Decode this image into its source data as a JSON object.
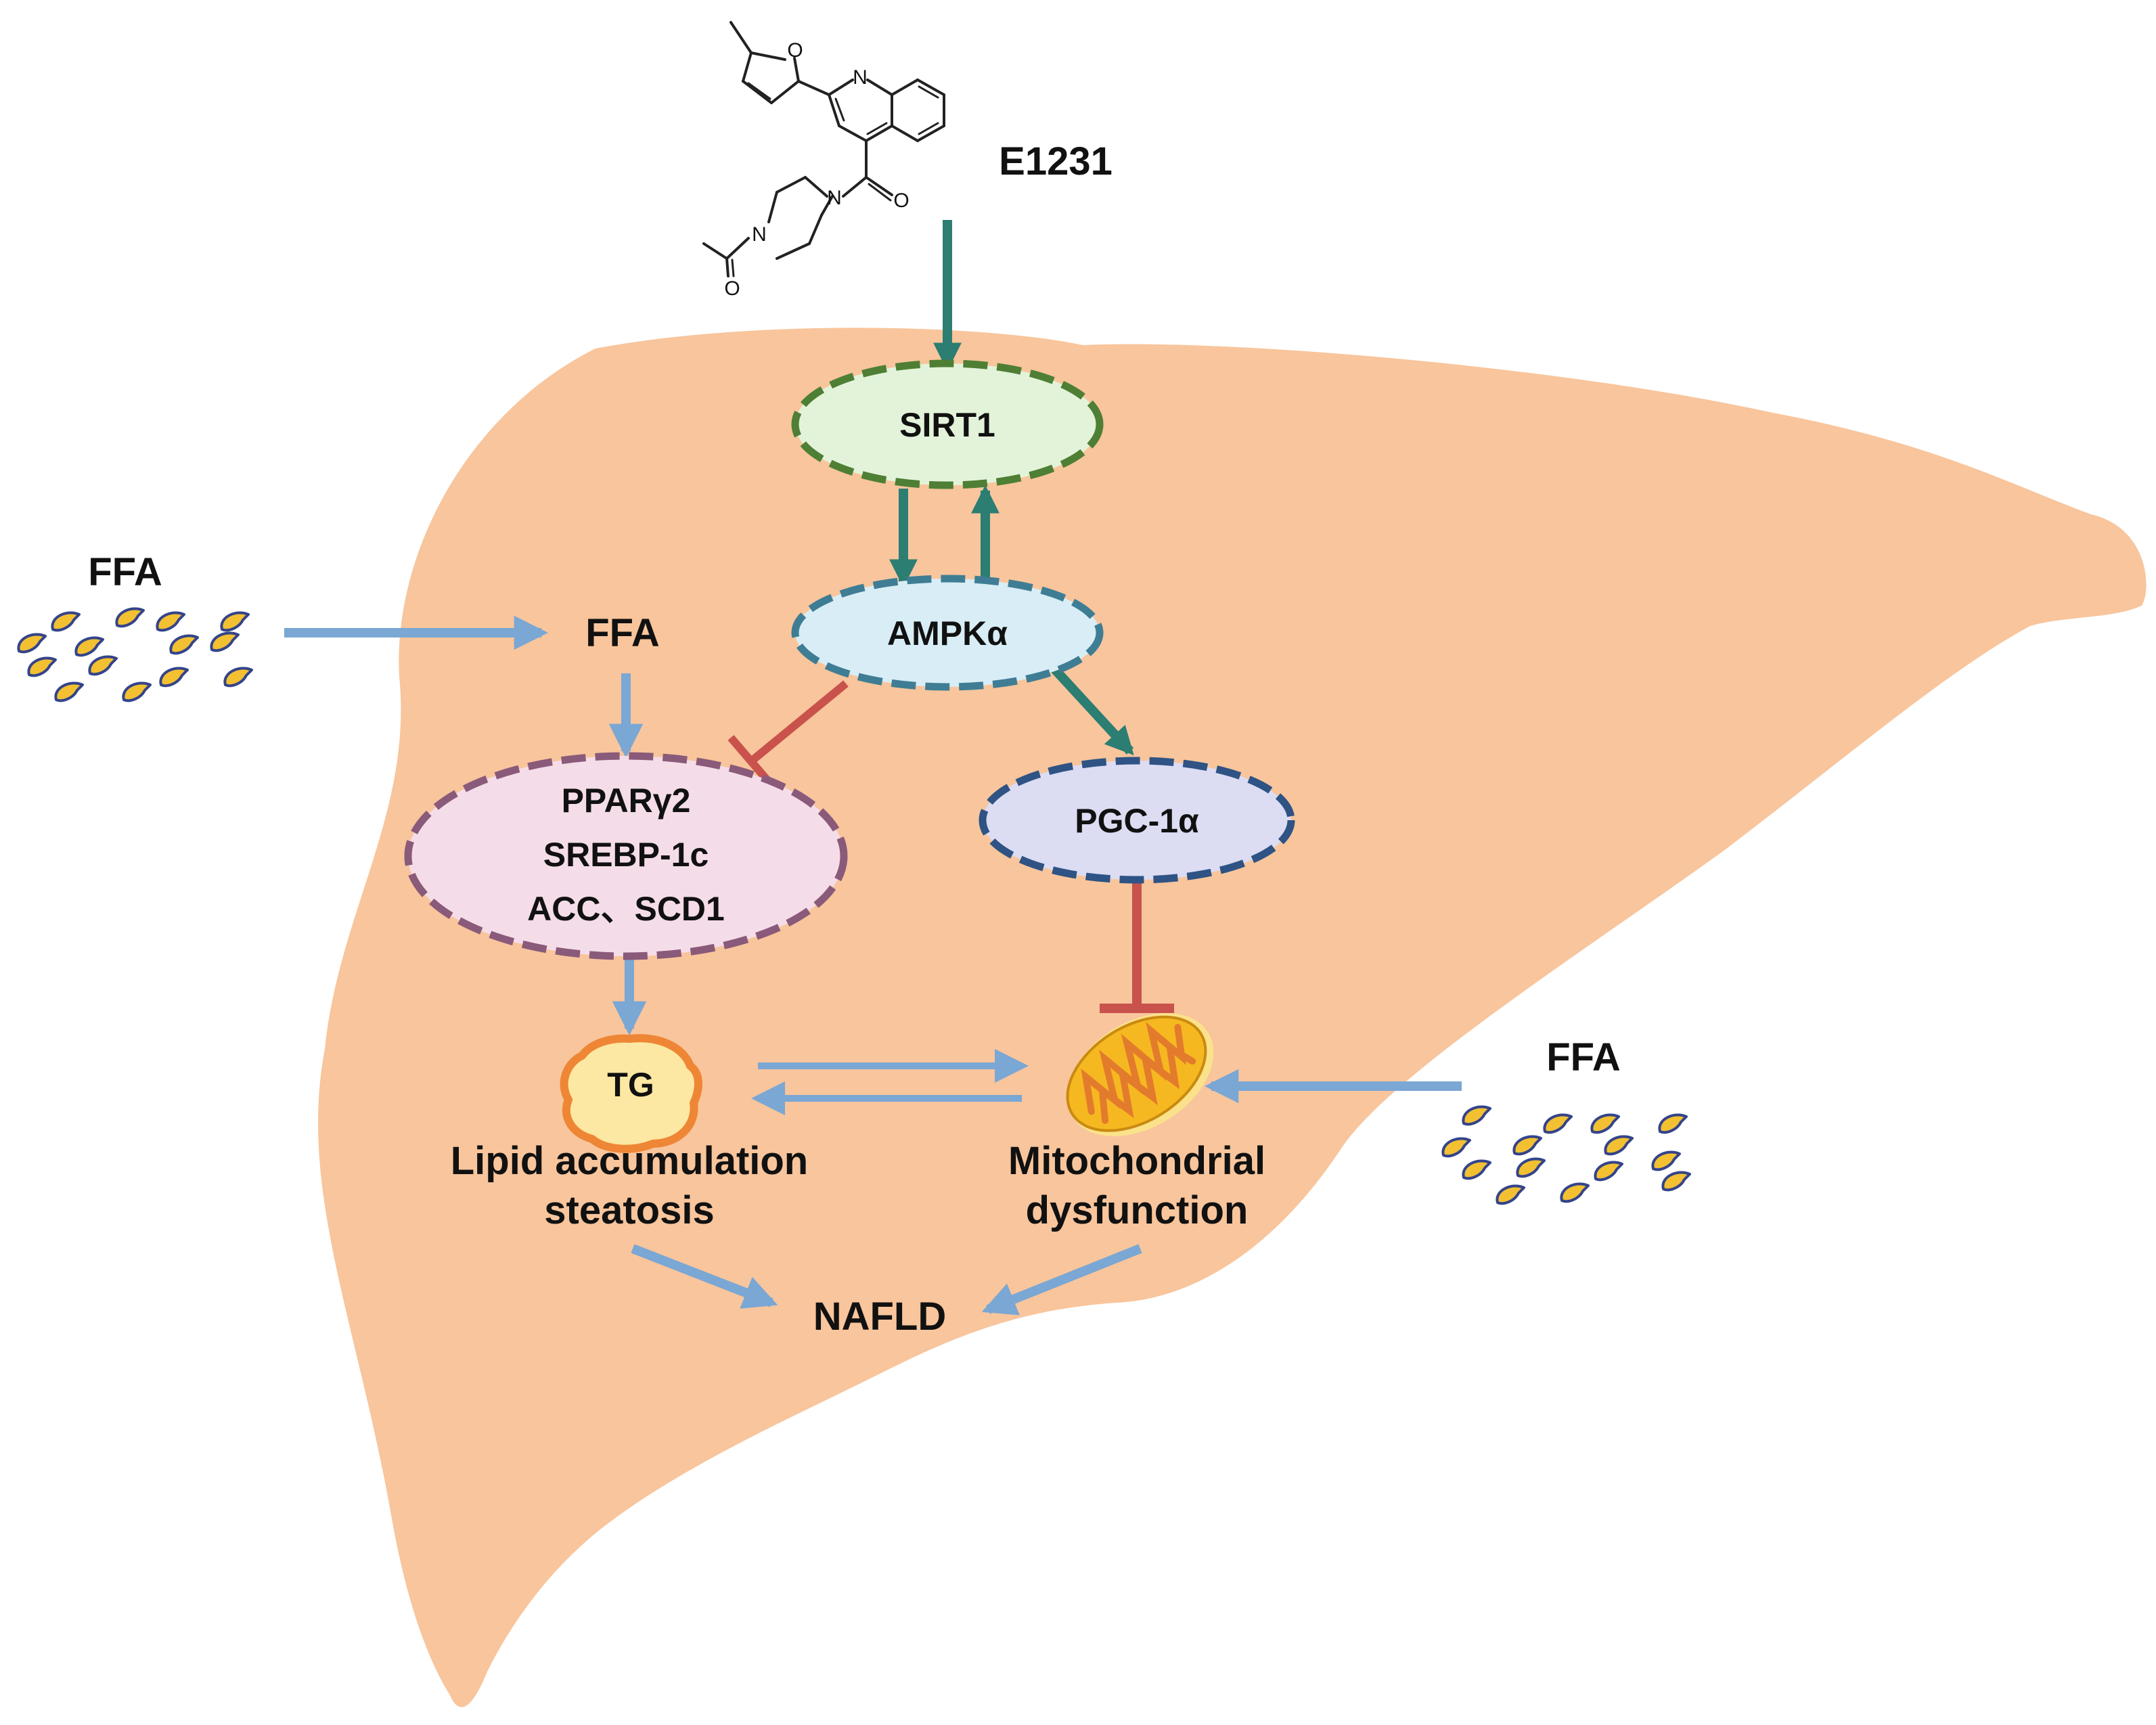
{
  "compound": {
    "name": "E1231",
    "atoms": {
      "furan_o": "O",
      "quinoline_n": "N",
      "amide_n": "N",
      "acetyl_n": "N",
      "carbonyl_o": "O",
      "acetyl_o": "O"
    }
  },
  "nodes": {
    "sirt1": "SIRT1",
    "ampk": "AMPKα",
    "lipogenic": [
      "PPARγ2",
      "SREBP-1c",
      "ACC、SCD1"
    ],
    "pgc1a": "PGC-1α",
    "tg": "TG"
  },
  "labels": {
    "ffa_outside_left": "FFA",
    "ffa_inside": "FFA",
    "ffa_outside_right": "FFA",
    "lipid": [
      "Lipid accumulation",
      "steatosis"
    ],
    "mito": [
      "Mitochondrial",
      "dysfunction"
    ],
    "nafld": "NAFLD"
  },
  "colors": {
    "liver": "#F8C59C",
    "activation_arrow": "#2C7D72",
    "ffa_arrow": "#7AA7D4",
    "inhibition": "#C9524C",
    "sirt1_fill": "#E3F3DA",
    "sirt1_border": "#4E7F34",
    "ampk_fill": "#D8EDF6",
    "ampk_border": "#3F7D94",
    "lipogenic_fill": "#F4DDE8",
    "lipogenic_border": "#8A5A7A",
    "pgc1a_fill": "#DCDCF3",
    "pgc1a_border": "#2E5384",
    "tg_fill": "#FCE8A2",
    "tg_border": "#EE8636",
    "mito_fill": "#F6B820",
    "mito_inner": "#E37B2C",
    "ffa_molecule_fill": "#F3C032",
    "ffa_molecule_border": "#34448A"
  },
  "edges": [
    {
      "from": "compound",
      "to": "sirt1",
      "kind": "activation"
    },
    {
      "from": "sirt1",
      "to": "ampk",
      "kind": "activation"
    },
    {
      "from": "ampk",
      "to": "sirt1",
      "kind": "activation"
    },
    {
      "from": "ampk",
      "to": "lipogenic",
      "kind": "inhibition"
    },
    {
      "from": "ampk",
      "to": "pgc1a",
      "kind": "activation"
    },
    {
      "from": "pgc1a",
      "to": "mito",
      "kind": "inhibition"
    },
    {
      "from": "ffa_outside_left",
      "to": "ffa_inside",
      "kind": "ffa"
    },
    {
      "from": "ffa_inside",
      "to": "lipogenic",
      "kind": "ffa"
    },
    {
      "from": "lipogenic",
      "to": "tg",
      "kind": "ffa"
    },
    {
      "from": "tg",
      "to": "mito",
      "kind": "ffa"
    },
    {
      "from": "mito",
      "to": "tg",
      "kind": "ffa"
    },
    {
      "from": "ffa_outside_right",
      "to": "mito",
      "kind": "ffa"
    },
    {
      "from": "lipid",
      "to": "nafld",
      "kind": "ffa"
    },
    {
      "from": "mito",
      "to": "nafld",
      "kind": "ffa"
    }
  ]
}
